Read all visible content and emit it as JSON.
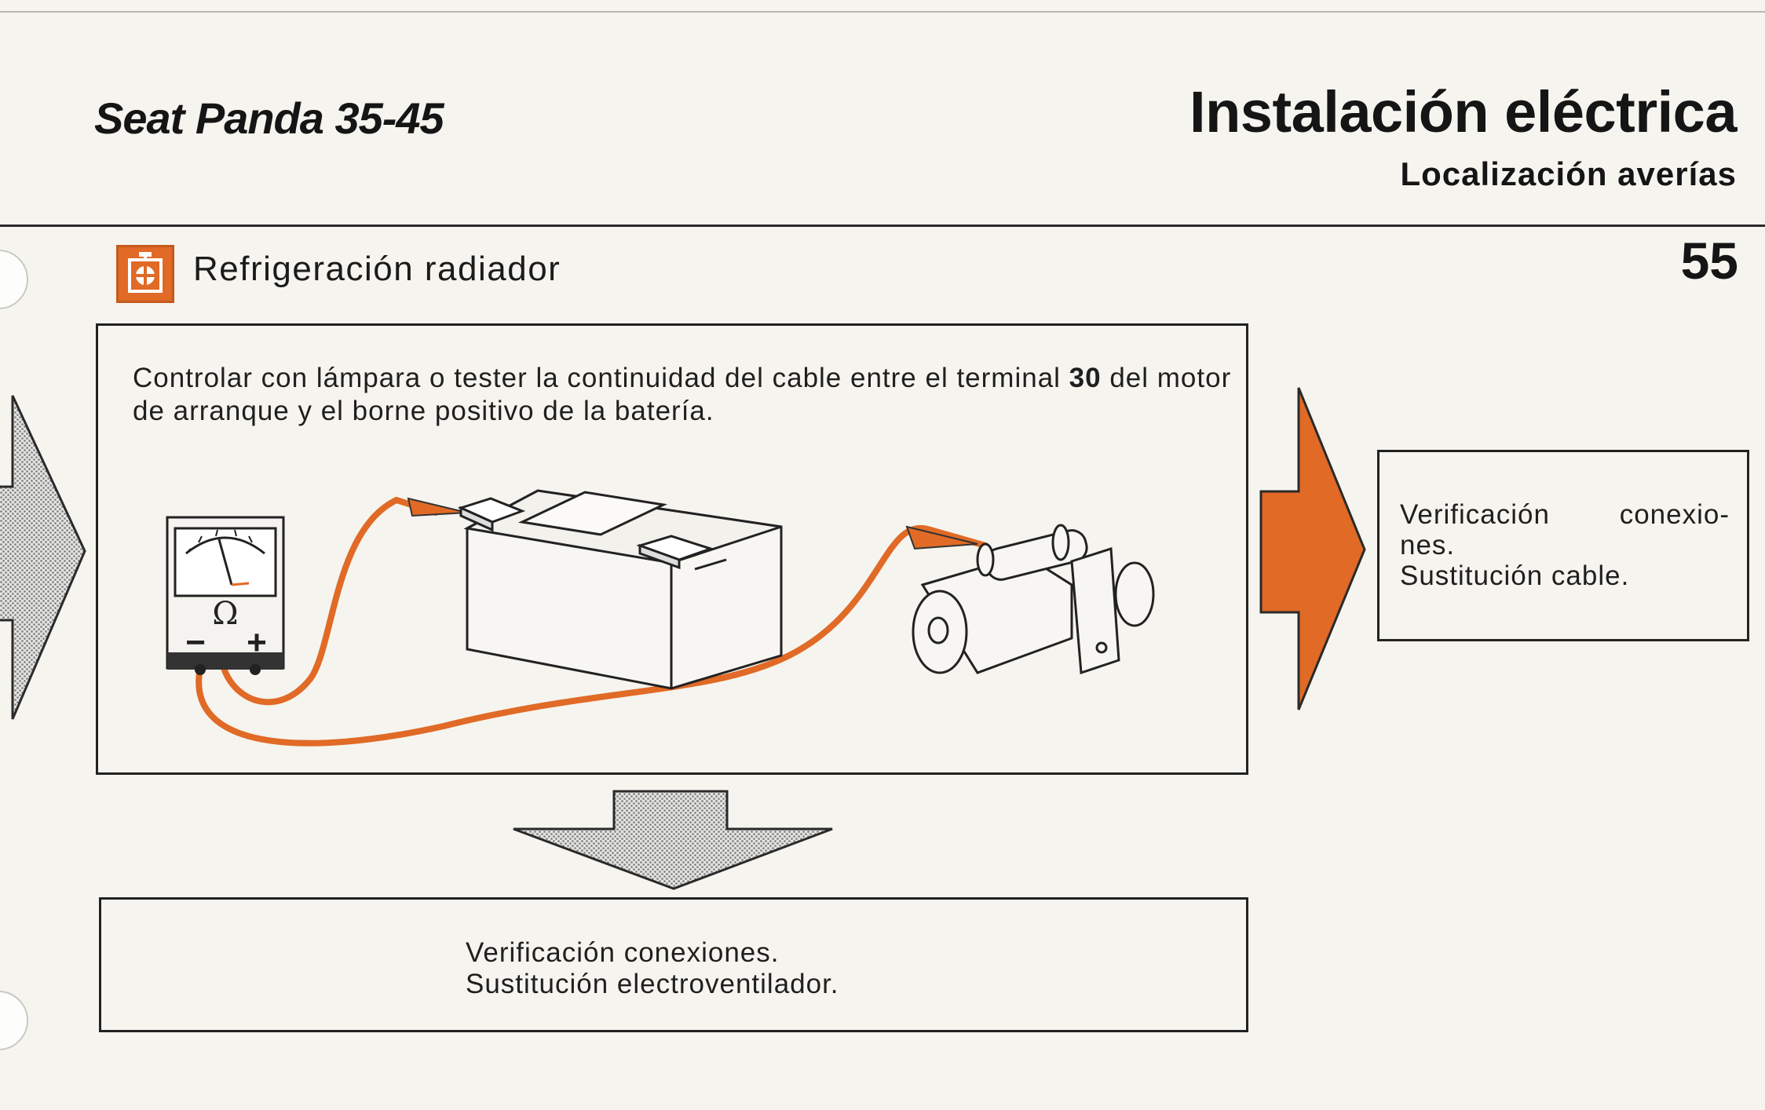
{
  "header": {
    "book_title": "Seat Panda 35-45",
    "chapter_title": "Instalación eléctrica",
    "chapter_subtitle": "Localización averías",
    "page_number": "55"
  },
  "section": {
    "title": "Refrigeración radiador",
    "icon": "radiator-fan-icon"
  },
  "test_step": {
    "instruction_before": "Controlar con lámpara o tester la continuidad del cable entre el terminal ",
    "terminal_number": "30",
    "instruction_after": " del motor de arranque y el borne positivo de la batería.",
    "meter_symbol": "Ω",
    "meter_minus": "−",
    "meter_plus": "+"
  },
  "result_faulty": {
    "line1": "Verificación conexio-",
    "line2": "nes.",
    "line3": "Sustitución cable."
  },
  "result_ok": {
    "line1": "Verificación conexiones.",
    "line2": "Sustitución electroventilador."
  },
  "colors": {
    "accent_orange": "#e06a26",
    "arrow_gray_fill": "#cfcfcf",
    "text": "#1d1d1d",
    "paper": "#f6f4ee"
  }
}
